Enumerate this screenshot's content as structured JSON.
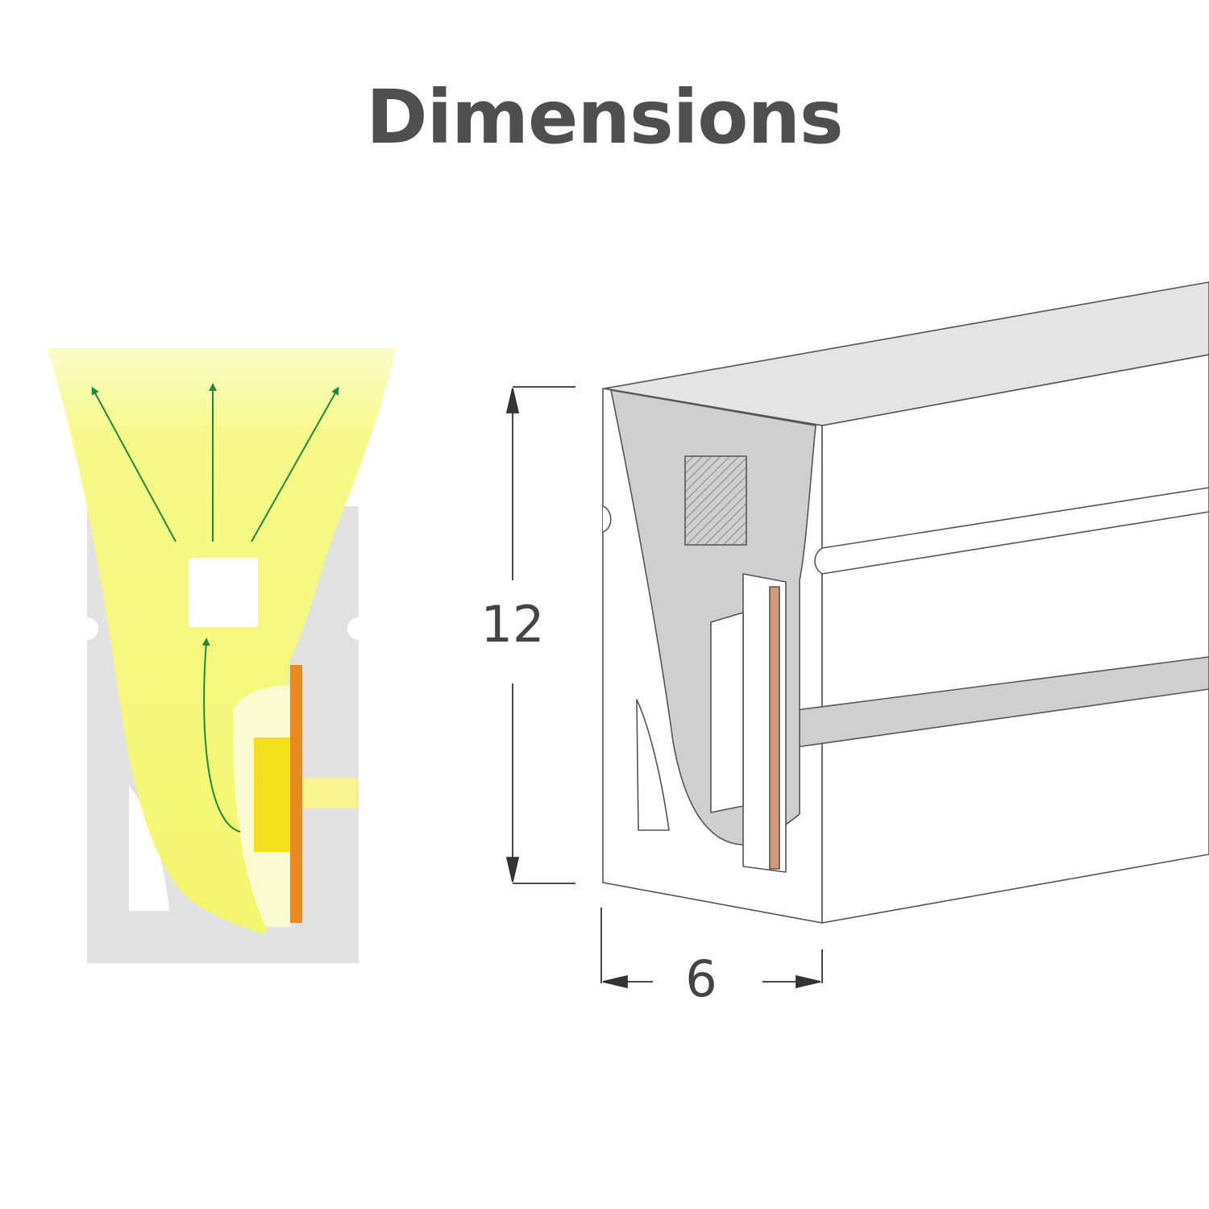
{
  "page_title": "Dimensions",
  "dimensions": {
    "height_label": "12",
    "width_label": "6"
  },
  "colors": {
    "title": "#4f4f4f",
    "housing_gray": "#e3e3e3",
    "light_yellow": "#f5f77a",
    "arrow_green": "#1e8a3b",
    "led_chip": "#f3e01a",
    "pcb_orange": "#e98a1e",
    "profile_gray": "#cfcfcf",
    "pcb_copper": "#d49a78"
  }
}
